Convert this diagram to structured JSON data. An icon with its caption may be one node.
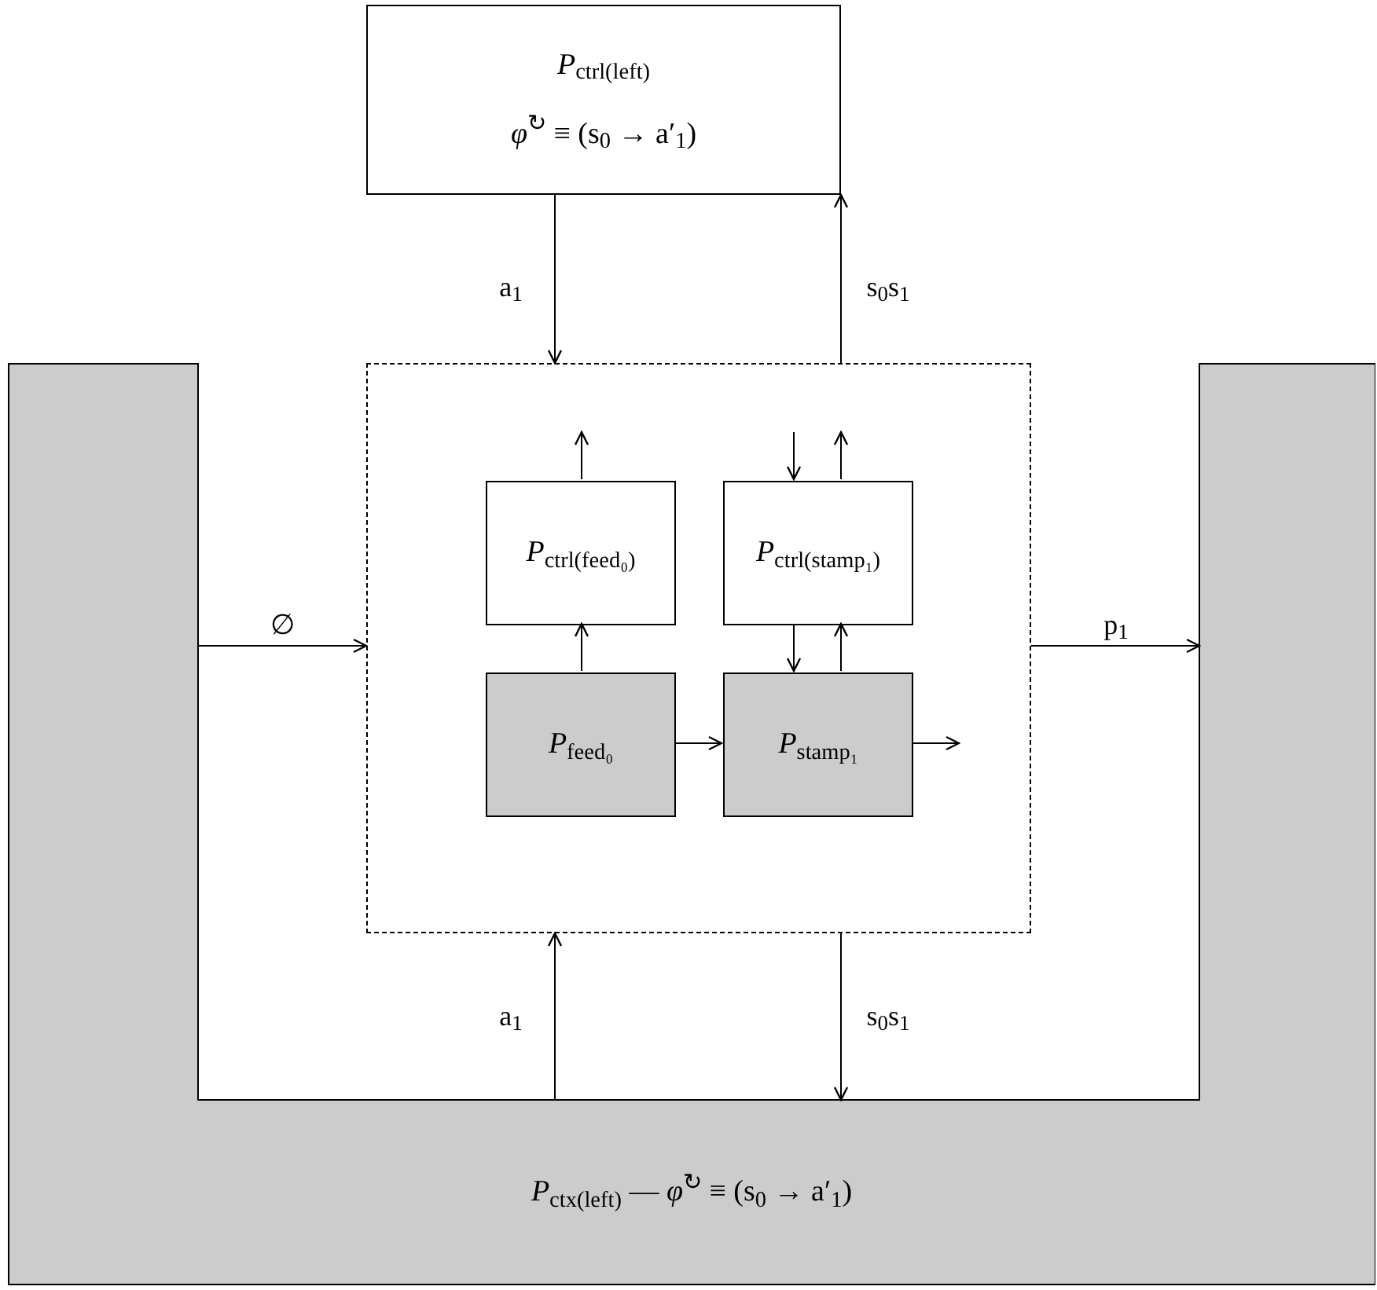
{
  "diagram": {
    "nodes": [
      {
        "text": [
          "*P*$_{ctrl(left)}$",
          "*φ*$^{↻}$ ≡ (s$_{0}$ → a′$_{1}$)"
        ]
      },
      {
        "text": [
          "*P*$_{ctx(left)}$ — *φ*$^{↻}$ ≡ (s$_{0}$ → a′$_{1}$)"
        ]
      },
      {
        "text": [],
        "shape": "box"
      },
      {
        "text": [
          "*P*$_{ctrl(feed₀)}$"
        ],
        "in": 2
      },
      {
        "text": [
          "*P*$_{ctrl(stamp₁)}$"
        ],
        "in": 2
      },
      {
        "text": [
          "*P*$_{feed₀}$"
        ],
        "in": 2
      },
      {
        "text": [
          "*P*$_{stamp₁}$"
        ],
        "in": 2
      }
    ],
    "edges": [
      {
        "from": 0,
        "to": 2,
        "arrow": "to",
        "label": "a$_{1}$"
      },
      {
        "from": 2,
        "to": 0,
        "arrow": "to",
        "label": "s$_{0}$s$_{1}$"
      },
      {
        "from": 1,
        "to": 2,
        "arrow": "to",
        "label": "∅"
      },
      {
        "from": 2,
        "to": 1,
        "arrow": "to",
        "label": "p$_{1}$"
      },
      {
        "from": 1,
        "to": 2,
        "arrow": "to",
        "label": "a$_{1}$"
      },
      {
        "from": 2,
        "to": 1,
        "arrow": "to",
        "label": "s$_{0}$s$_{1}$"
      },
      {
        "from": 3,
        "to": null,
        "arrow": "to"
      },
      {
        "from": null,
        "to": 4,
        "arrow": "to"
      },
      {
        "from": 4,
        "to": null,
        "arrow": "to"
      },
      {
        "from": 5,
        "to": 3,
        "arrow": "to"
      },
      {
        "from": 4,
        "to": 6,
        "arrow": "to"
      },
      {
        "from": 6,
        "to": 4,
        "arrow": "to"
      },
      {
        "from": 5,
        "to": 6,
        "arrow": "to"
      },
      {
        "from": 6,
        "to": null,
        "arrow": "to"
      }
    ]
  }
}
